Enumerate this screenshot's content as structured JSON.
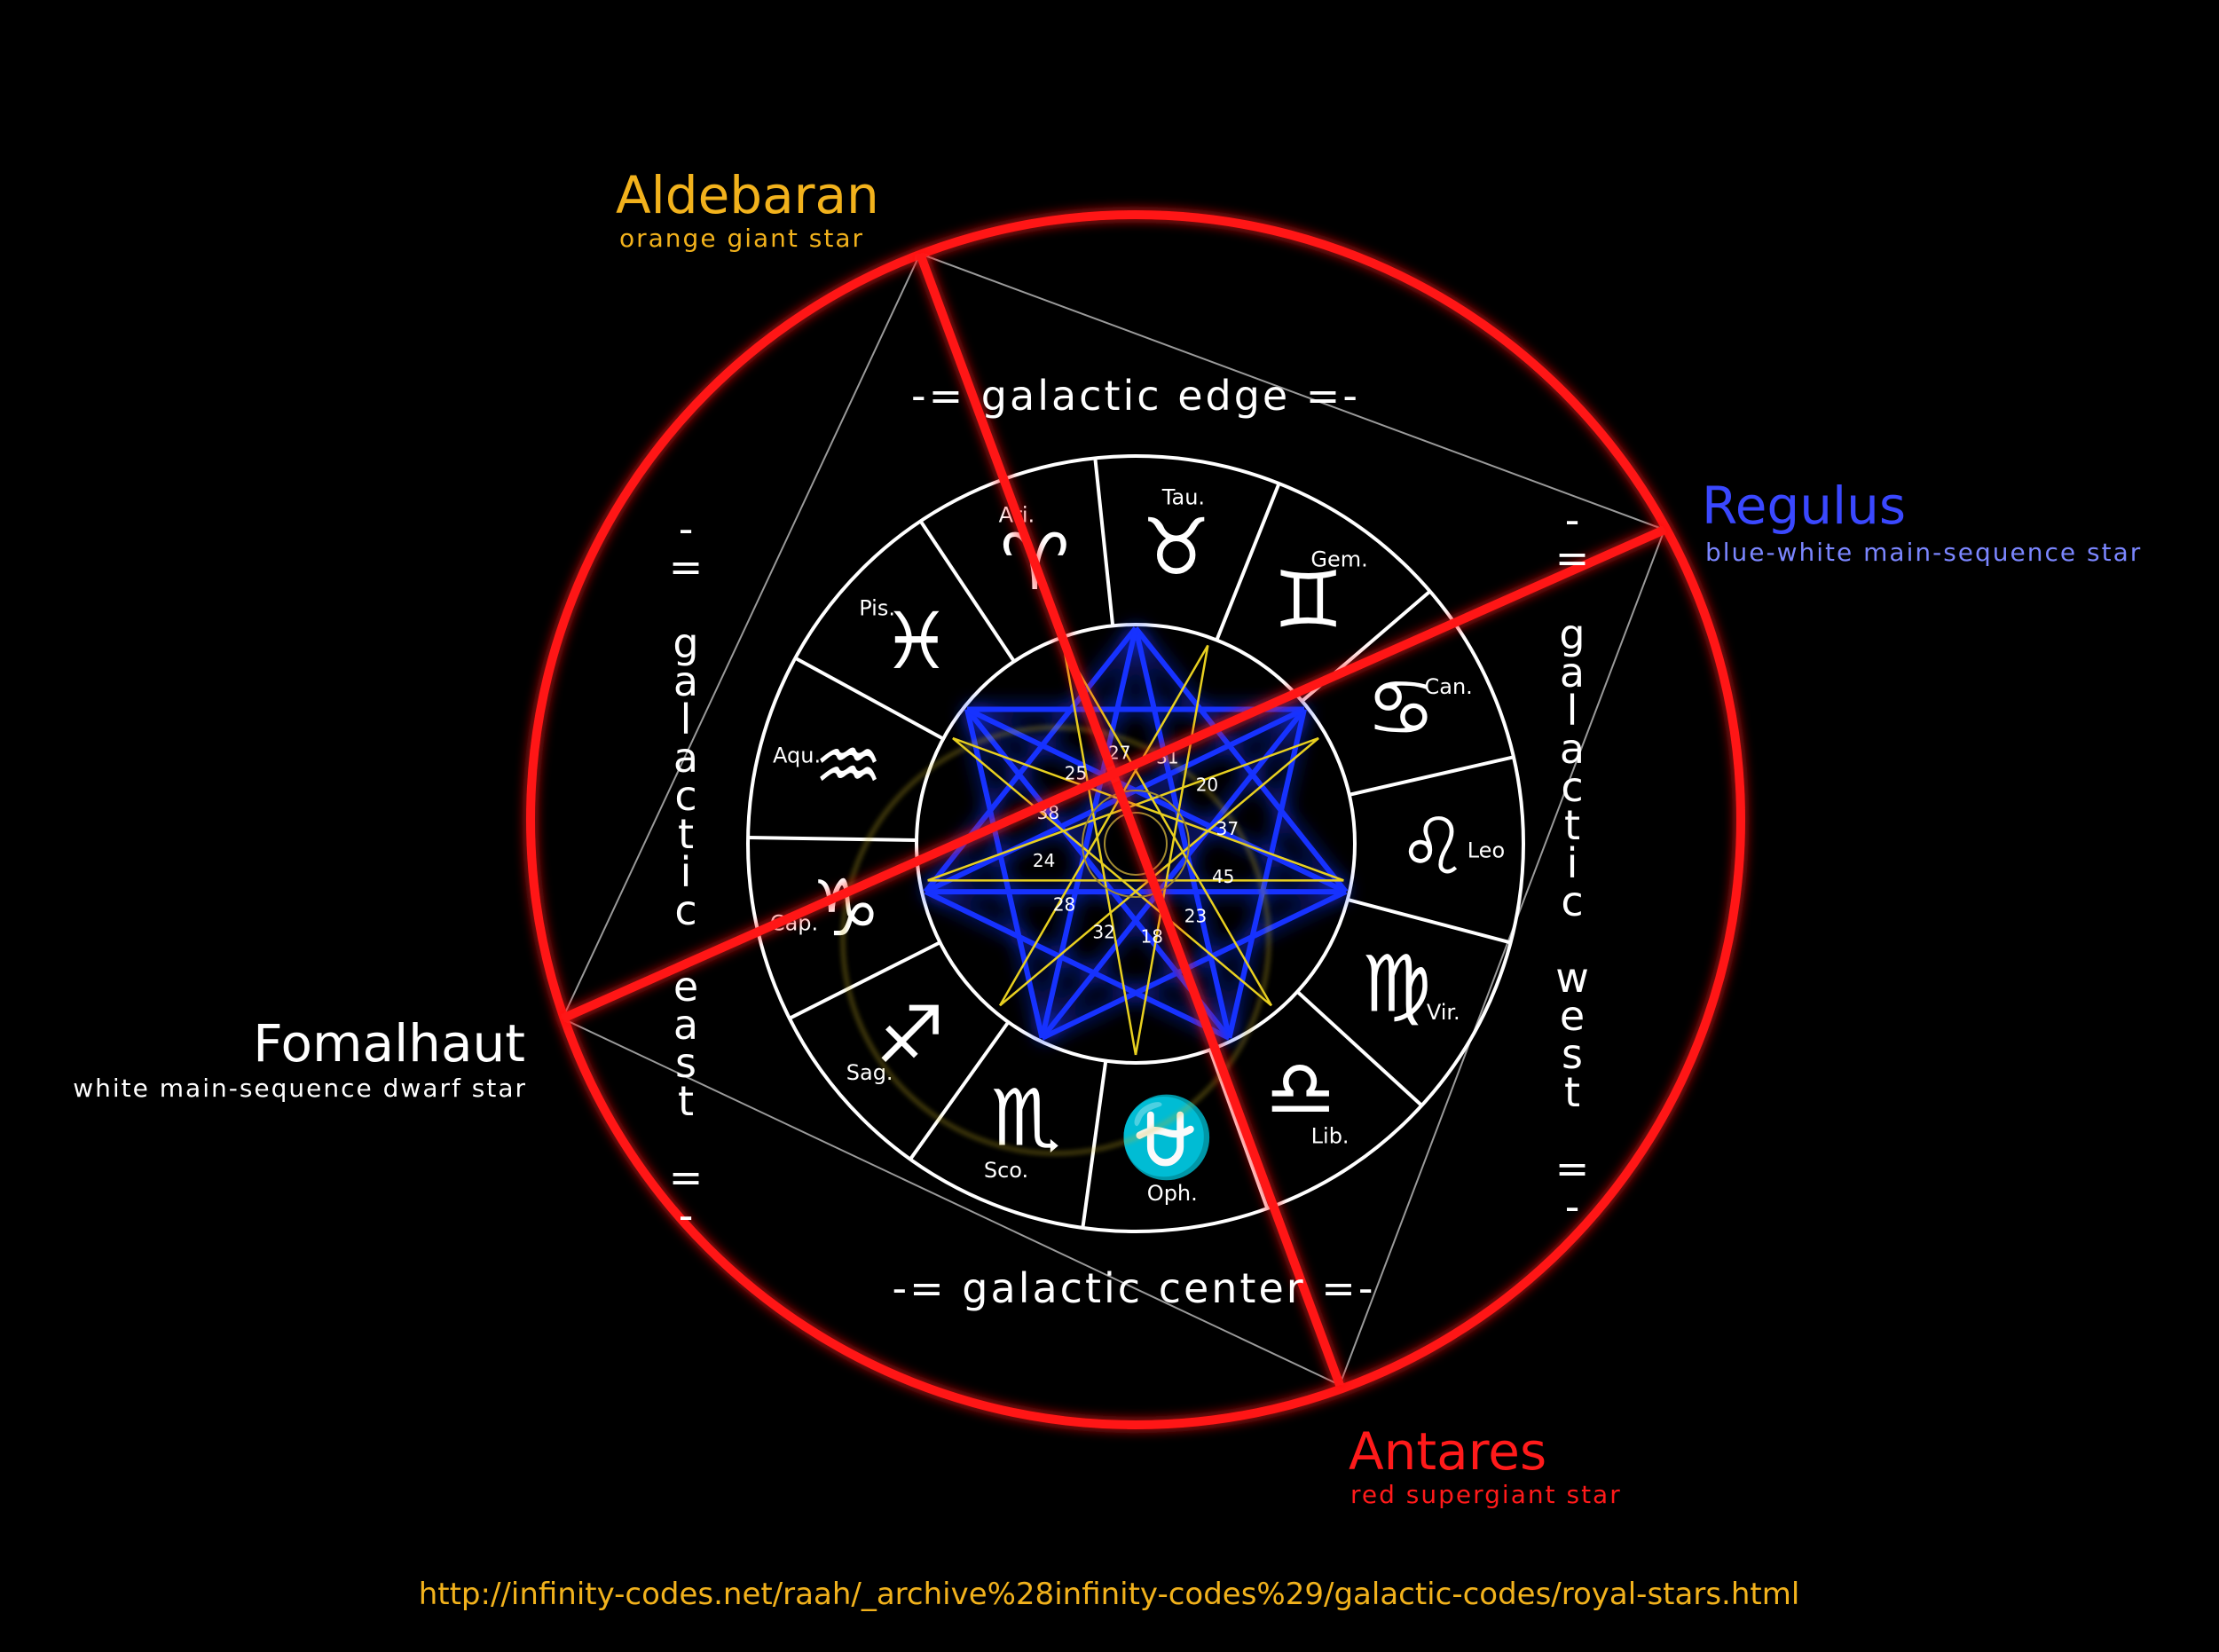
{
  "stars": {
    "aldebaran": {
      "name": "Aldebaran",
      "desc": "orange giant star",
      "color": "#f2b21c"
    },
    "regulus": {
      "name": "Regulus",
      "desc": "blue-white main-sequence star",
      "color": "#3a48ff",
      "desc_color": "#7b86ff"
    },
    "fomalhaut": {
      "name": "Fomalhaut",
      "desc": "white main-sequence dwarf star",
      "color": "#ffffff"
    },
    "antares": {
      "name": "Antares",
      "desc": "red supergiant star",
      "color": "#ff1a1a"
    }
  },
  "galactic": {
    "edge": "-= galactic edge =-",
    "center": "-= galactic center =-",
    "east": "-= galactic east =-",
    "west": "-= galactic west =-"
  },
  "zodiac": [
    {
      "abbr": "Tau.",
      "glyph": "♉"
    },
    {
      "abbr": "Gem.",
      "glyph": "♊"
    },
    {
      "abbr": "Can.",
      "glyph": "♋"
    },
    {
      "abbr": "Leo",
      "glyph": "♌"
    },
    {
      "abbr": "Vir.",
      "glyph": "♍"
    },
    {
      "abbr": "Lib.",
      "glyph": "♎"
    },
    {
      "abbr": "Oph.",
      "glyph": "⛎"
    },
    {
      "abbr": "Sco.",
      "glyph": "♏"
    },
    {
      "abbr": "Sag.",
      "glyph": "♐"
    },
    {
      "abbr": "Cap.",
      "glyph": "♑"
    },
    {
      "abbr": "Aqu.",
      "glyph": "♒"
    },
    {
      "abbr": "Pis.",
      "glyph": "♓"
    },
    {
      "abbr": "Ari.",
      "glyph": "♈"
    }
  ],
  "inner_numbers": [
    "27",
    "31",
    "20",
    "37",
    "45",
    "23",
    "18",
    "32",
    "28",
    "24",
    "38",
    "25"
  ],
  "url": "http://infinity-codes.net/raah/_archive%28infinity-codes%29/galactic-codes/royal-stars.html",
  "colors": {
    "ring": "#ff1010",
    "wheel": "#ffffff",
    "star_blue": "#1830ff",
    "star_yellow": "#e8d020",
    "url": "#f2b21c"
  }
}
